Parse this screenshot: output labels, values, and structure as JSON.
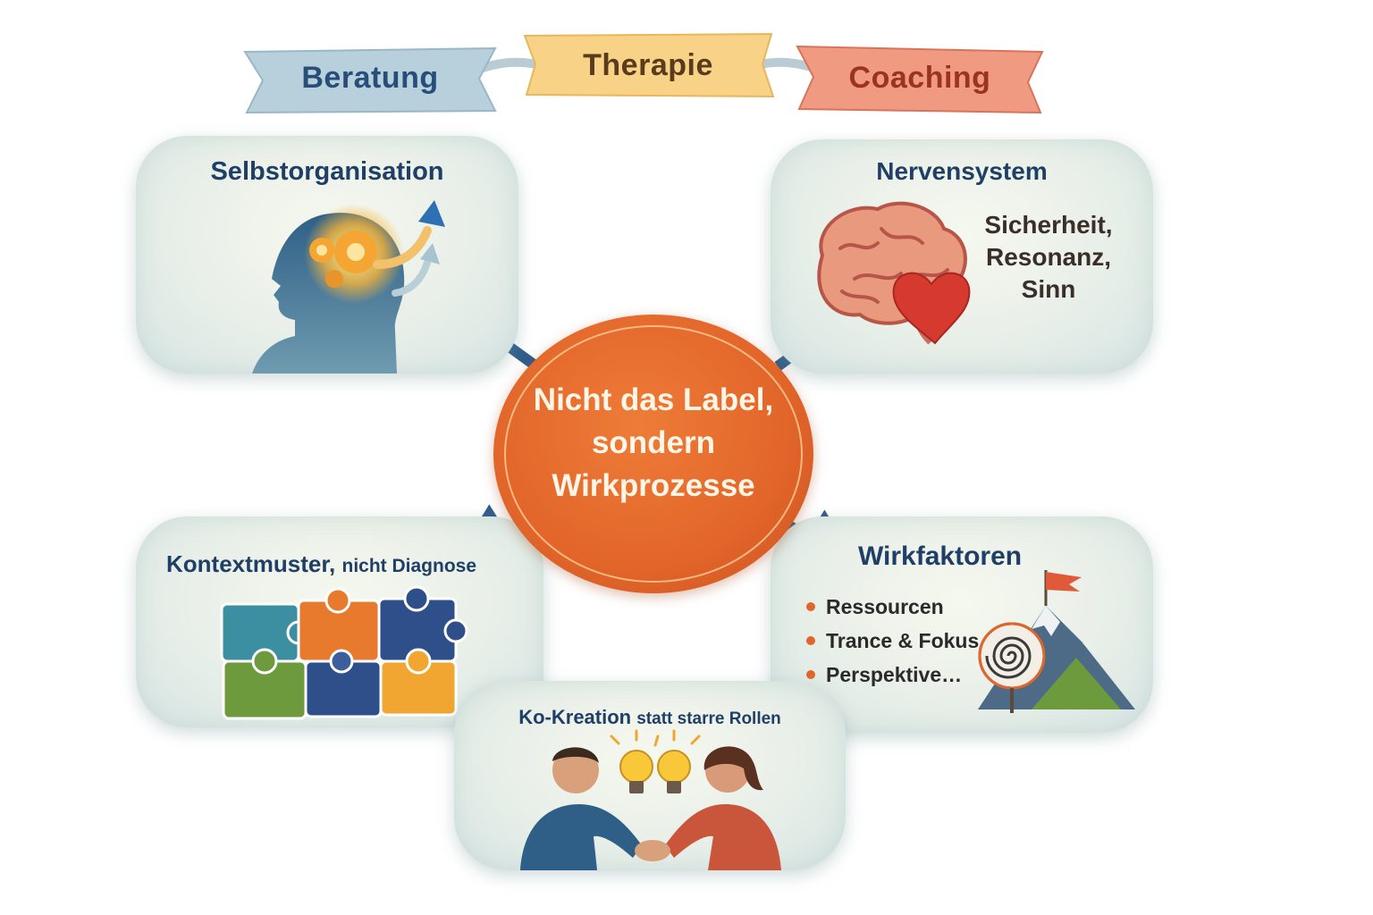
{
  "banners": {
    "left": "Beratung",
    "middle": "Therapie",
    "right": "Coaching"
  },
  "center": {
    "line1": "Nicht das Label,",
    "line2": "sondern",
    "line3": "Wirkprozesse"
  },
  "cards": {
    "top_left": {
      "title": "Selbstorganisation"
    },
    "top_right": {
      "title": "Nervensystem",
      "words": [
        "Sicherheit,",
        "Resonanz,",
        "Sinn"
      ]
    },
    "bottom_left": {
      "title_main": "Kontextmuster,",
      "title_small": "nicht Diagnose"
    },
    "bottom_right": {
      "title": "Wirkfaktoren",
      "bullets": [
        "Ressourcen",
        "Trance & Fokus",
        "Perspektive…"
      ]
    },
    "bottom_center": {
      "title_main": "Ko-Kreation",
      "title_small": "statt starre Rollen"
    }
  },
  "colors": {
    "accent_orange": "#e2652a",
    "arrow_blue": "#2f5d8c",
    "title_blue": "#1f3f66",
    "banner_blue": "#a9c6d6",
    "banner_yellow": "#f6cf7a",
    "banner_red": "#ee8a72"
  }
}
